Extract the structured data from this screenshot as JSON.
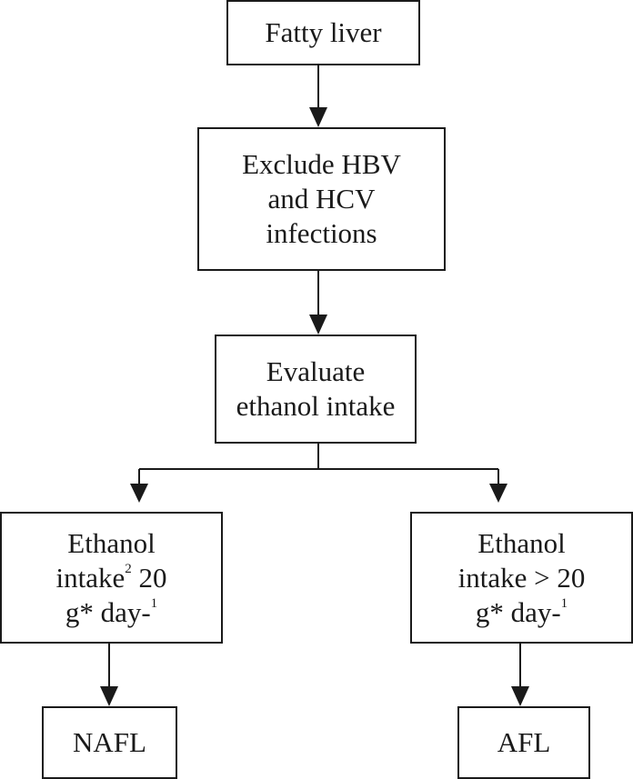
{
  "nodes": {
    "fatty_liver": {
      "text": "Fatty liver"
    },
    "exclude": {
      "line1": "Exclude HBV",
      "line2": "and HCV",
      "line3": "infections"
    },
    "evaluate": {
      "line1": "Evaluate",
      "line2": "ethanol intake"
    },
    "left_branch": {
      "line1": "Ethanol",
      "line2_pre": "intake",
      "line2_sup": "2",
      "line2_post": " 20",
      "line3_pre": "g* day-",
      "line3_sup": "1"
    },
    "right_branch": {
      "line1": "Ethanol",
      "line2": "intake > 20",
      "line3_pre": "g* day-",
      "line3_sup": "1"
    },
    "nafl": {
      "text": "NAFL"
    },
    "afl": {
      "text": "AFL"
    }
  },
  "colors": {
    "stroke": "#1a1a1a",
    "background": "#ffffff"
  }
}
